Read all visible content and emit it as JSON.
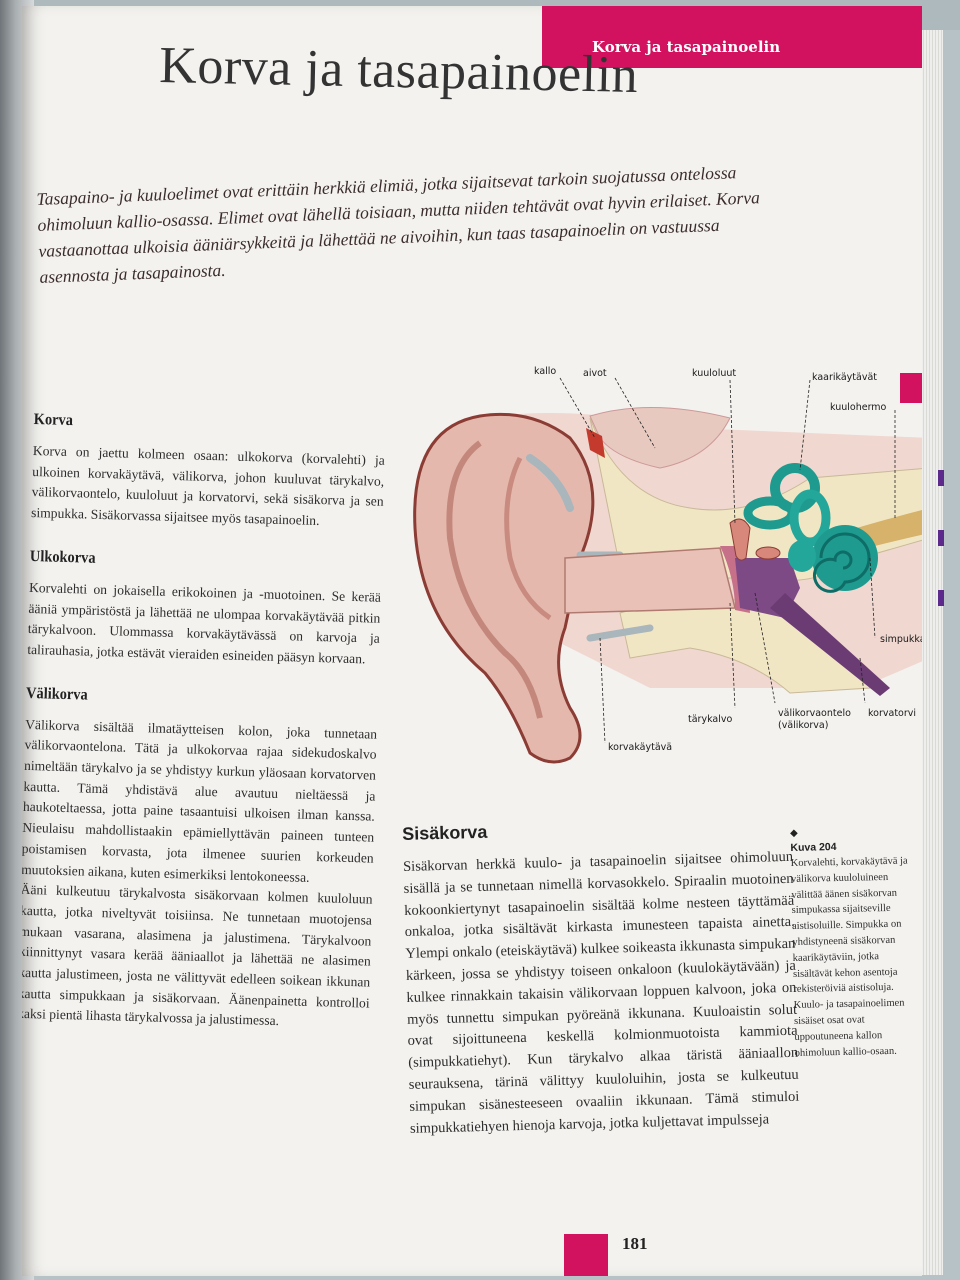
{
  "running_head": "Korva ja tasapainoelin",
  "title": "Korva ja tasapainoelin",
  "intro": "Tasapaino- ja kuuloelimet ovat erittäin herkkiä elimiä, jotka sijaitsevat tarkoin suojatussa ontelossa ohimoluun kallio-osassa. Elimet ovat lähellä toisiaan, mutta niiden tehtävät ovat hyvin erilaiset. Korva vastaanottaa ulkoisia ääniärsykkeitä ja lähettää ne aivoihin, kun taas tasapainoelin on vastuussa asennosta ja tasapainosta.",
  "sections": [
    {
      "heading": "Korva",
      "paragraphs": [
        "Korva on jaettu kolmeen osaan: ulkokorva (korvalehti) ja ulkoinen korvakäytävä, välikorva, johon kuuluvat tärykalvo, välikorvaontelo, kuuloluut ja korvatorvi, sekä sisäkorva ja sen simpukka. Sisäkorvassa sijaitsee myös tasapainoelin."
      ]
    },
    {
      "heading": "Ulkokorva",
      "paragraphs": [
        "Korvalehti on jokaisella erikokoinen ja -muotoinen. Se kerää ääniä ympäristöstä ja lähettää ne ulompaa korvakäytävää pitkin tärykalvoon. Ulommassa korvakäytävässä on karvoja ja talirauhasia, jotka estävät vieraiden esineiden pääsyn korvaan."
      ]
    },
    {
      "heading": "Välikorva",
      "paragraphs": [
        "Välikorva sisältää ilmatäytteisen kolon, joka tunnetaan välikorvaontelona. Tätä ja ulkokorvaa rajaa sidekudoskalvo nimeltään tärykalvo ja se yhdistyy kurkun yläosaan korvatorven kautta. Tämä yhdistävä alue avautuu nieltäessä ja haukoteltaessa, jotta paine tasaantuisi ulkoisen ilman kanssa. Nieulaisu mahdollistaakin epämiellyttävän paineen tunteen poistamisen korvasta, jota ilmenee suurien korkeuden muutoksien aikana, kuten esimerkiksi lentokoneessa.",
        "Ääni kulkeutuu tärykalvosta sisäkorvaan kolmen kuuloluun kautta, jotka niveltyvät toisiinsa. Ne tunnetaan muotojensa mukaan vasarana, alasimena ja jalustimena. Tärykalvoon kiinnittynyt vasara kerää ääniaallot ja lähettää ne alasimen kautta jalustimeen, josta ne välittyvät edelleen soikean ikkunan kautta simpukkaan ja sisäkorvaan. Äänenpainetta kontrolloi kaksi pientä lihasta tärykalvossa ja jalustimessa."
      ]
    }
  ],
  "diagram_labels": {
    "kallo": "kallo",
    "aivot": "aivot",
    "kuuloluut": "kuuloluut",
    "kaarikaytavat": "kaarikäytävät",
    "kuulohermo": "kuulohermo",
    "simpukka": "simpukka",
    "tarykalvo": "tärykalvo",
    "valikorvaontelo": "välikorvaontelo",
    "valikorva": "(välikorva)",
    "korvatorvi": "korvatorvi",
    "korvakaytava": "korvakäytävä"
  },
  "sisakorva": {
    "heading": "Sisäkorva",
    "text": "Sisäkorvan herkkä kuulo- ja tasapainoelin sijaitsee ohimoluun sisällä ja se tunnetaan nimellä korvasokkelo. Spiraalin muotoinen kokoonkiertynyt tasapainoelin sisältää kolme nesteen täyttämää onkaloa, jotka sisältävät kirkasta imunesteen tapaista ainetta. Ylempi onkalo (eteiskäytävä) kulkee soikeasta ikkunasta simpukan kärkeen, jossa se yhdistyy toiseen onkaloon (kuulokäytävään) ja kulkee rinnakkain takaisin välikorvaan loppuen kalvoon, joka on myös tunnettu simpukan pyöreänä ikkunana. Kuuloaistin solut ovat sijoittuneena keskellä kolmionmuotoista kammiota (simpukkatiehyt). Kun tärykalvo alkaa täristä ääniaallon seurauksena, tärinä välittyy kuuloluihin, josta se kulkeutuu simpukan sisänesteeseen ovaaliin ikkunaan. Tämä stimuloi simpukkatiehyen hienoja karvoja, jotka kuljettavat impulsseja"
  },
  "caption": {
    "marker": "◆",
    "title": "Kuva 204",
    "text": "Korvalehti, korvakäytävä ja välikorva kuuloluineen välittää äänen sisäkorvan simpukassa sijaitseville aistisoluille. Simpukka on yhdistyneenä sisäkorvan kaarikäytäviin, jotka sisältävät kehon asentoja rekisteröiviä aistisoluja. Kuulo- ja tasapainoelimen sisäiset osat ovat uppoutuneena kallon ohimoluun kallio-osaan."
  },
  "page_number": "181",
  "colors": {
    "accent": "#d2115f",
    "cochlea": "#1f9a8f",
    "skin": "#e9c7bd",
    "bone": "#f1e6c4"
  }
}
